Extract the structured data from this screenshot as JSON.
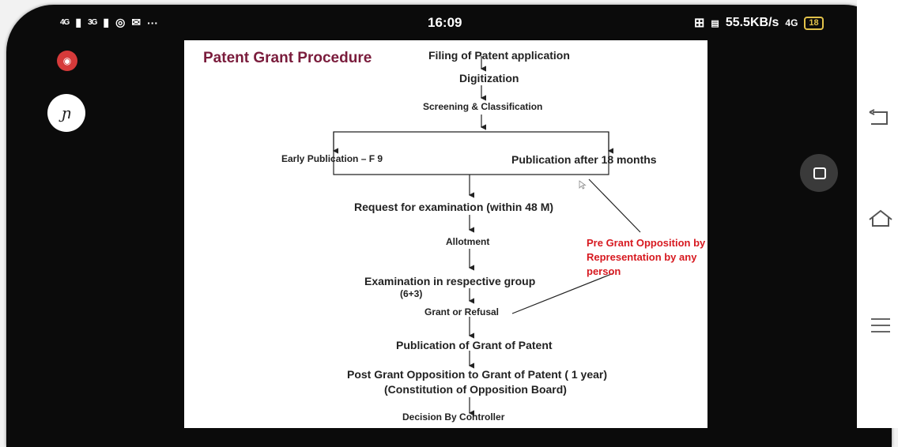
{
  "status_bar": {
    "signal_1": "4G",
    "signal_2": "3G",
    "more": "···",
    "time": "16:09",
    "network_speed": "55.5KB/s",
    "network_type": "4G",
    "battery": "18"
  },
  "slide": {
    "title": "Patent Grant Procedure",
    "steps": {
      "filing": "Filing of Patent application",
      "digitization": "Digitization",
      "screening": "Screening & Classification",
      "early_pub": "Early Publication – F 9",
      "pub_18": "Publication after 18 months",
      "request": "Request for examination (within 48 M)",
      "allotment": "Allotment",
      "examination": "Examination in respective group",
      "exam_sub": "(6+3)",
      "grant_refusal": "Grant or Refusal",
      "pub_grant": "Publication of Grant of Patent",
      "post_grant": "Post Grant Opposition to Grant of Patent  ( 1 year)",
      "board": "(Constitution of Opposition Board)",
      "decision": "Decision By Controller"
    },
    "pre_grant": "Pre Grant Opposition by Representation by any person"
  },
  "colors": {
    "title": "#7a1c3c",
    "annotation": "#d71920",
    "record": "#d63a3a"
  },
  "icons": [
    "record-icon",
    "pen-icon",
    "back-icon",
    "recents-icon",
    "home-icon",
    "menu-icon",
    "whatsapp-icon",
    "mail-icon",
    "vibrate-icon",
    "battery-icon"
  ]
}
